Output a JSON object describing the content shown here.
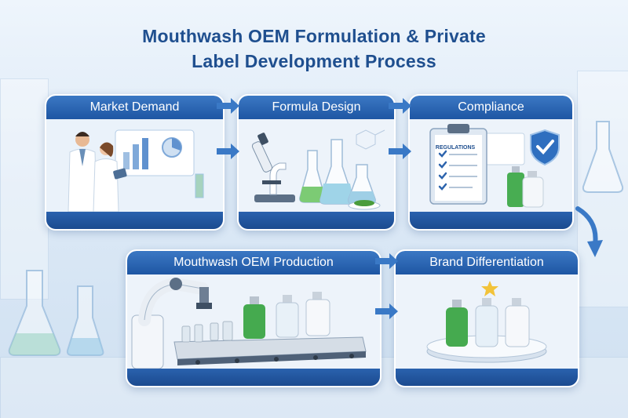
{
  "title": {
    "line1": "Mouthwash OEM Formulation & Private",
    "line2": "Label Development Process"
  },
  "steps": [
    {
      "label": "Market Demand",
      "icon": "scientists-dashboard-icon"
    },
    {
      "label": "Formula Design",
      "icon": "microscope-flasks-icon"
    },
    {
      "label": "Compliance",
      "icon": "regulations-checklist-icon"
    },
    {
      "label": "Mouthwash OEM Production",
      "icon": "robot-conveyor-icon"
    },
    {
      "label": "Brand Differentiation",
      "icon": "bottles-podium-icon"
    }
  ],
  "compliance": {
    "clipboard_label": "REGULATIONS"
  },
  "colors": {
    "title": "#1f4f8f",
    "header": "#2a63ae",
    "arrow": "#3a79c6",
    "mouthwash_green": "#3aa846",
    "mouthwash_blue": "#8fc6e8"
  }
}
